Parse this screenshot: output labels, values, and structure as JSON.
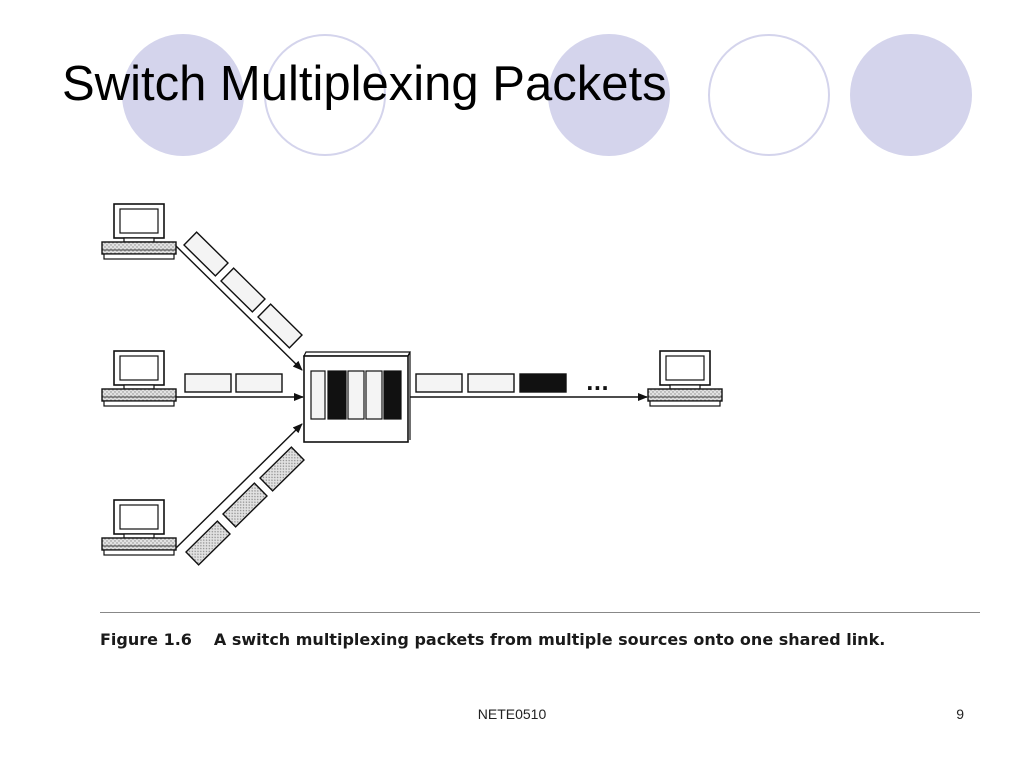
{
  "slide": {
    "title": "Switch Multiplexing Packets"
  },
  "figure": {
    "label": "Figure 1.6",
    "caption": "A switch multiplexing packets from multiple sources onto one shared link.",
    "ellipsis": "..."
  },
  "footer": {
    "course": "NETE0510",
    "page_number": "9"
  },
  "colors": {
    "decor_circle": "#d4d4ec",
    "line": "#111111",
    "packet_light": "#f4f4f4",
    "packet_shaded": "#cfcfcf",
    "packet_dark": "#111111"
  }
}
